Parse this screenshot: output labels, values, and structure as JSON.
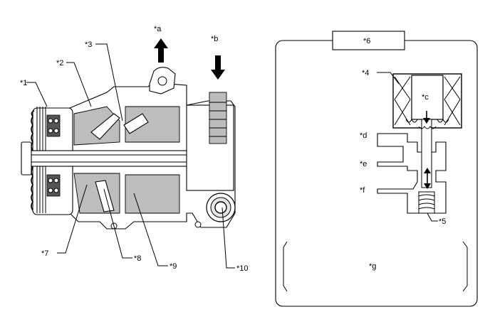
{
  "callouts": {
    "c1": "*1",
    "c2": "*2",
    "c3": "*3",
    "c4": "*4",
    "c5": "*5",
    "c6": "*6",
    "c7": "*7",
    "c8": "*8",
    "c9": "*9",
    "c10": "*10",
    "ca": "*a",
    "cb": "*b",
    "cc": "*c",
    "cd": "*d",
    "ce": "*e",
    "cf": "*f",
    "cg": "*g"
  },
  "colors": {
    "stroke": "#000000",
    "section_fill": "#bdbdbd",
    "background": "#ffffff"
  },
  "icons": {
    "outflow": "arrow-up-icon",
    "inflow": "arrow-down-icon"
  }
}
